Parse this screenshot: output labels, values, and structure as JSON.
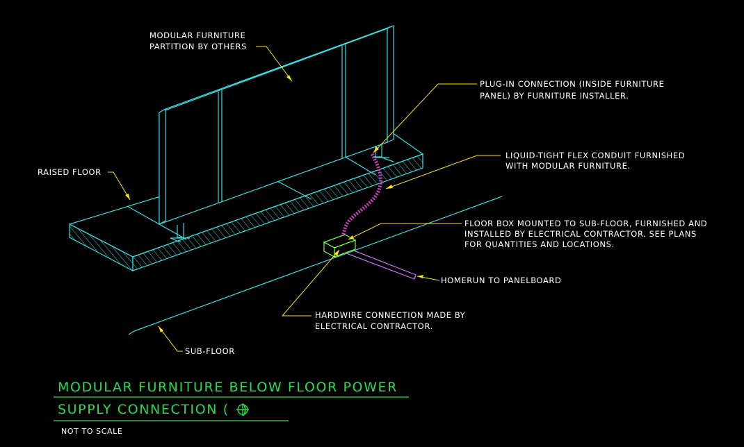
{
  "colors": {
    "background": "#000000",
    "geometry": "#33e0e6",
    "leader": "#ffe600",
    "conduit": "#d040c8",
    "homerun": "#d070ff",
    "floorbox": "#7cff3c",
    "title": "#22e04a",
    "text": "#ffffff"
  },
  "labels": {
    "partition": [
      "MODULAR FURNITURE",
      "PARTITION BY OTHERS"
    ],
    "plugin": [
      "PLUG-IN CONNECTION (INSIDE FURNITURE",
      "PANEL) BY FURNITURE INSTALLER."
    ],
    "raised_floor": "RAISED FLOOR",
    "flex_conduit": [
      "LIQUID-TIGHT FLEX CONDUIT FURNISHED",
      "WITH MODULAR FURNITURE."
    ],
    "floor_box": [
      "FLOOR BOX MOUNTED TO SUB-FLOOR, FURNISHED AND",
      "INSTALLED BY ELECTRICAL CONTRACTOR. SEE PLANS",
      "FOR QUANTITIES AND LOCATIONS."
    ],
    "homerun": "HOMERUN TO PANELBOARD",
    "hardwire": [
      "HARDWIRE CONNECTION MADE BY",
      "ELECTRICAL CONTRACTOR."
    ],
    "sub_floor": "SUB-FLOOR"
  },
  "title": {
    "line1": "MODULAR FURNITURE BELOW FLOOR POWER",
    "line2": "SUPPLY CONNECTION (",
    "line2_end": ")"
  },
  "note": "NOT TO SCALE"
}
